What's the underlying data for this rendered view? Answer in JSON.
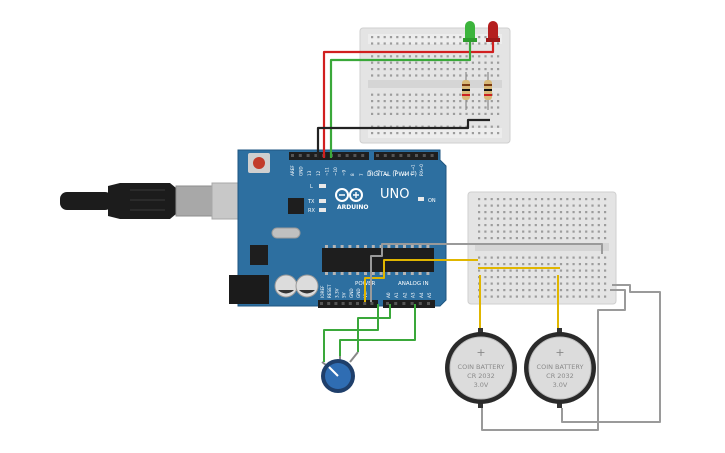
{
  "arduino": {
    "brand": "ARDUINO",
    "model": "UNO",
    "digital_header": "DIGITAL (PWM~)",
    "power_label": "POWER",
    "analog_label": "ANALOG IN",
    "on_label": "ON",
    "led_labels": [
      "L",
      "TX",
      "RX"
    ],
    "top_pin_labels": [
      "AREF",
      "GND",
      "13",
      "12",
      "~11",
      "~10",
      "~9",
      "8",
      "7",
      "~6",
      "~5",
      "4",
      "~3",
      "2",
      "TX→1",
      "RX←0"
    ],
    "power_pin_labels": [
      "IOREF",
      "RESET",
      "3.3V",
      "5V",
      "GND",
      "GND",
      "Vin"
    ],
    "analog_pin_labels": [
      "A0",
      "A1",
      "A2",
      "A3",
      "A4",
      "A5"
    ]
  },
  "batteries": [
    {
      "line1": "COIN BATTERY",
      "line2": "CR 2032",
      "line3": "3.0V",
      "sign": "+"
    },
    {
      "line1": "COIN BATTERY",
      "line2": "CR 2032",
      "line3": "3.0V",
      "sign": "+"
    }
  ],
  "colors": {
    "board": "#2d6fa0",
    "breadboard": "#e8e8e8",
    "wire_red": "#d11f1f",
    "wire_green": "#3aa83a",
    "wire_yellow": "#e0b600",
    "wire_grey": "#9a9a9a",
    "wire_black": "#222222",
    "led_green": "#3cb43c",
    "led_red": "#b41e1e",
    "pot_blue": "#2f6db3"
  }
}
